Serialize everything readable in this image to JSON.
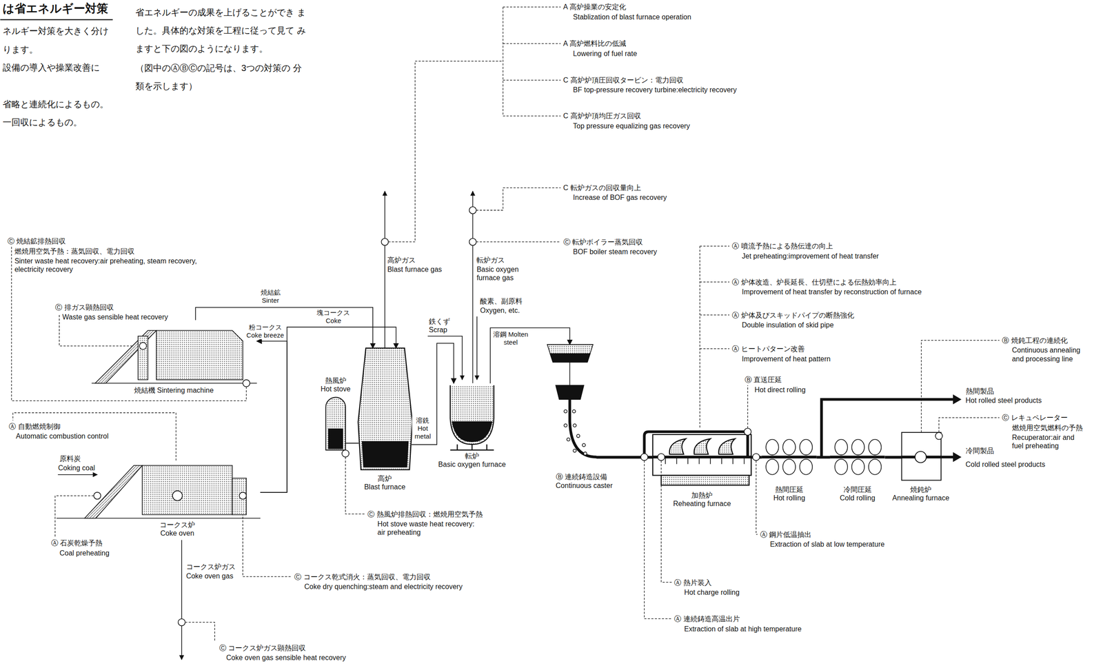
{
  "diagram": {
    "nodes": [
      {
        "text": [
          "焼結機 Sintering machine"
        ]
      },
      {
        "text": [
          "コークス炉",
          "Coke oven"
        ]
      },
      {
        "text": [
          "熱風炉",
          "Hot stove"
        ]
      },
      {
        "text": [
          "高炉",
          "Blast furnace"
        ]
      },
      {
        "text": [
          "転炉",
          "Basic oxygen furnace"
        ]
      },
      {
        "text": [
          "Ⓑ 連続鋳造設備",
          "Continuous caster"
        ]
      },
      {
        "text": [
          "加熱炉",
          "Reheating furnace"
        ]
      },
      {
        "text": [
          "熱間圧延",
          "Hot rolling"
        ]
      },
      {
        "text": [
          "冷間圧延",
          "Cold rolling"
        ]
      },
      {
        "text": [
          "焼鈍炉",
          "Annealing furnace"
        ]
      }
    ],
    "edges": [
      {
        "from": 0,
        "to": 3,
        "label": "焼結鉱 Sinter",
        "arrow": "to"
      },
      {
        "from": 1,
        "to": 3,
        "label": "塊コークス Coke",
        "arrow": "to"
      },
      {
        "from": 1,
        "to": 0,
        "label": "粉コークス Coke breeze",
        "arrow": "to"
      },
      {
        "from": 2,
        "to": 3,
        "arrow": "none"
      },
      {
        "from": 3,
        "to": 4,
        "label": "溶銑 Hot metal",
        "arrow": "to"
      },
      {
        "from": 4,
        "to": 5,
        "label": "溶鋼 Molten steel",
        "arrow": "to"
      },
      {
        "from": 5,
        "to": 6,
        "arrow": "none"
      },
      {
        "from": 6,
        "to": 7,
        "arrow": "none"
      },
      {
        "from": 7,
        "to": 8,
        "arrow": "none"
      },
      {
        "from": 8,
        "to": 9,
        "arrow": "none"
      }
    ],
    "labels": [
      "は省エネルギー対策",
      "ネルギー対策を大きく分け",
      "ります。",
      "設備の導入や操業改善に",
      "省略と連続化によるもの。",
      "一回収によるもの。",
      "省エネルギーの成果を上げることができ ました。具体的な対策を工程に従って見て みますと下の図のようになります。",
      "（図中のⒶⒷⒸの記号は、3つの対策の 分類を示します）",
      "A 高炉操業の安定化",
      "Stablization of blast furnace operation",
      "A 高炉燃料比の低減",
      "Lowering of fuel rate",
      "C 高炉炉頂圧回収タービン：電力回収",
      "BF top-pressure recovery turbine:electricity recovery",
      "C 高炉炉頂均圧ガス回収",
      "Top pressure equalizing gas recovery",
      "C 転炉ガスの回収量向上",
      "Increase of BOF gas recovery",
      "Ⓒ 転炉ボイラー蒸気回収",
      "BOF boiler steam recovery",
      "Ⓐ 噴流予熱による熱伝達の向上",
      "Jet preheating:improvement of heat transfer",
      "Ⓐ 炉体改造、炉長延長、仕切壁による伝熱効率向上",
      "Improvement of heat transfer by reconstruction of furnace",
      "Ⓐ 炉体及びスキッドパイプの断熱強化",
      "Double insulation of skid pipe",
      "Ⓐ ヒートパターン改善",
      "Improvement of heat pattern",
      "Ⓑ 直送圧延",
      "Hot direct rolling",
      "Ⓑ 焼鈍工程の連続化",
      "Continuous annealing and processing line",
      "Ⓒ レキュペレーター",
      "燃焼用空気燃料の予熱",
      "Recuperator:air and fuel preheating",
      "Ⓐ 鋼片低温抽出",
      "Extraction of slab at low temperature",
      "Ⓐ 熱片装入",
      "Hot charge rolling",
      "Ⓐ 連続鋳造高温出片",
      "Extraction of slab at high temperature",
      "Ⓒ 焼結鉱排熱回収",
      "燃焼用空気予熱：蒸気回収、電力回収",
      "Sinter waste heat recovery:air preheating, steam recovery, electricity recovery",
      "Ⓒ 排ガス顕熱回収",
      "Waste gas sensible heat recovery",
      "Ⓐ 自動燃焼制御",
      "Automatic combustion control",
      "Ⓐ 石炭乾燥予熱",
      "Coal preheating",
      "Ⓒ 熱風炉排熱回収：燃焼用空気予熱",
      "Hot stove waste heat recovery: air preheating",
      "Ⓒ コークス乾式消火：蒸気回収、電力回収",
      "Coke dry quenching:steam and electricity recovery",
      "Ⓒ コークス炉ガス顕熱回収",
      "Coke oven gas sensible heat recovery",
      "高炉ガス",
      "Blast furnace gas",
      "転炉ガス",
      "Basic oxygen furnace gas",
      "酸素、副原料",
      "Oxygen, etc.",
      "鉄くず",
      "Scrap",
      "原料炭",
      "Coking coal",
      "コークス炉ガス",
      "Coke oven gas",
      "熱間製品",
      "Hot rolled steel products",
      "冷間製品",
      "Cold rolled steel products"
    ]
  }
}
